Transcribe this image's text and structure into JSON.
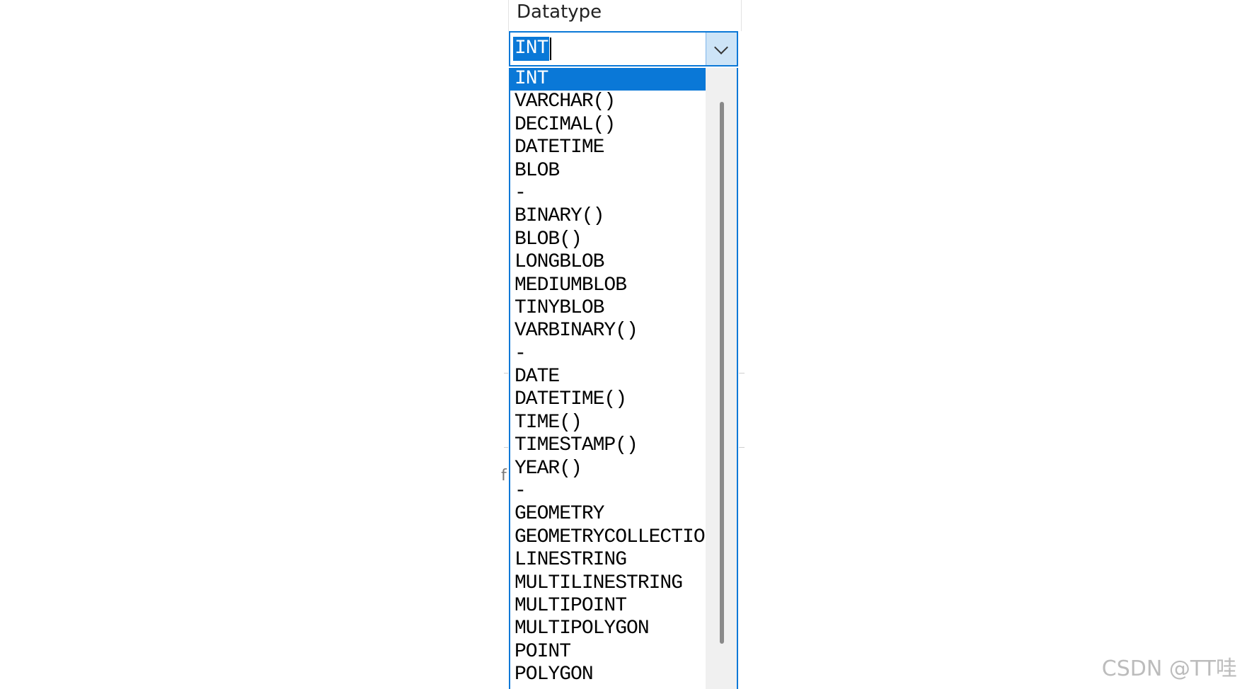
{
  "column": {
    "header": "Datatype"
  },
  "combo": {
    "value": "INT"
  },
  "dropdown": {
    "options": [
      "INT",
      "VARCHAR()",
      "DECIMAL()",
      "DATETIME",
      "BLOB",
      "-",
      "BINARY()",
      "BLOB()",
      "LONGBLOB",
      "MEDIUMBLOB",
      "TINYBLOB",
      "VARBINARY()",
      "-",
      "DATE",
      "DATETIME()",
      "TIME()",
      "TIMESTAMP()",
      "YEAR()",
      "-",
      "GEOMETRY",
      "GEOMETRYCOLLECTIO",
      "LINESTRING",
      "MULTILINESTRING",
      "MULTIPOINT",
      "MULTIPOLYGON",
      "POINT",
      "POLYGON"
    ],
    "selected_index": 0
  },
  "background": {
    "fragment": "f"
  },
  "watermark": "CSDN @TT哇",
  "colors": {
    "accent": "#0a78d7",
    "button_bg": "#cde4f7",
    "scrollbar_bg": "#f0f0f0",
    "scroll_thumb": "#8a8a8a"
  }
}
